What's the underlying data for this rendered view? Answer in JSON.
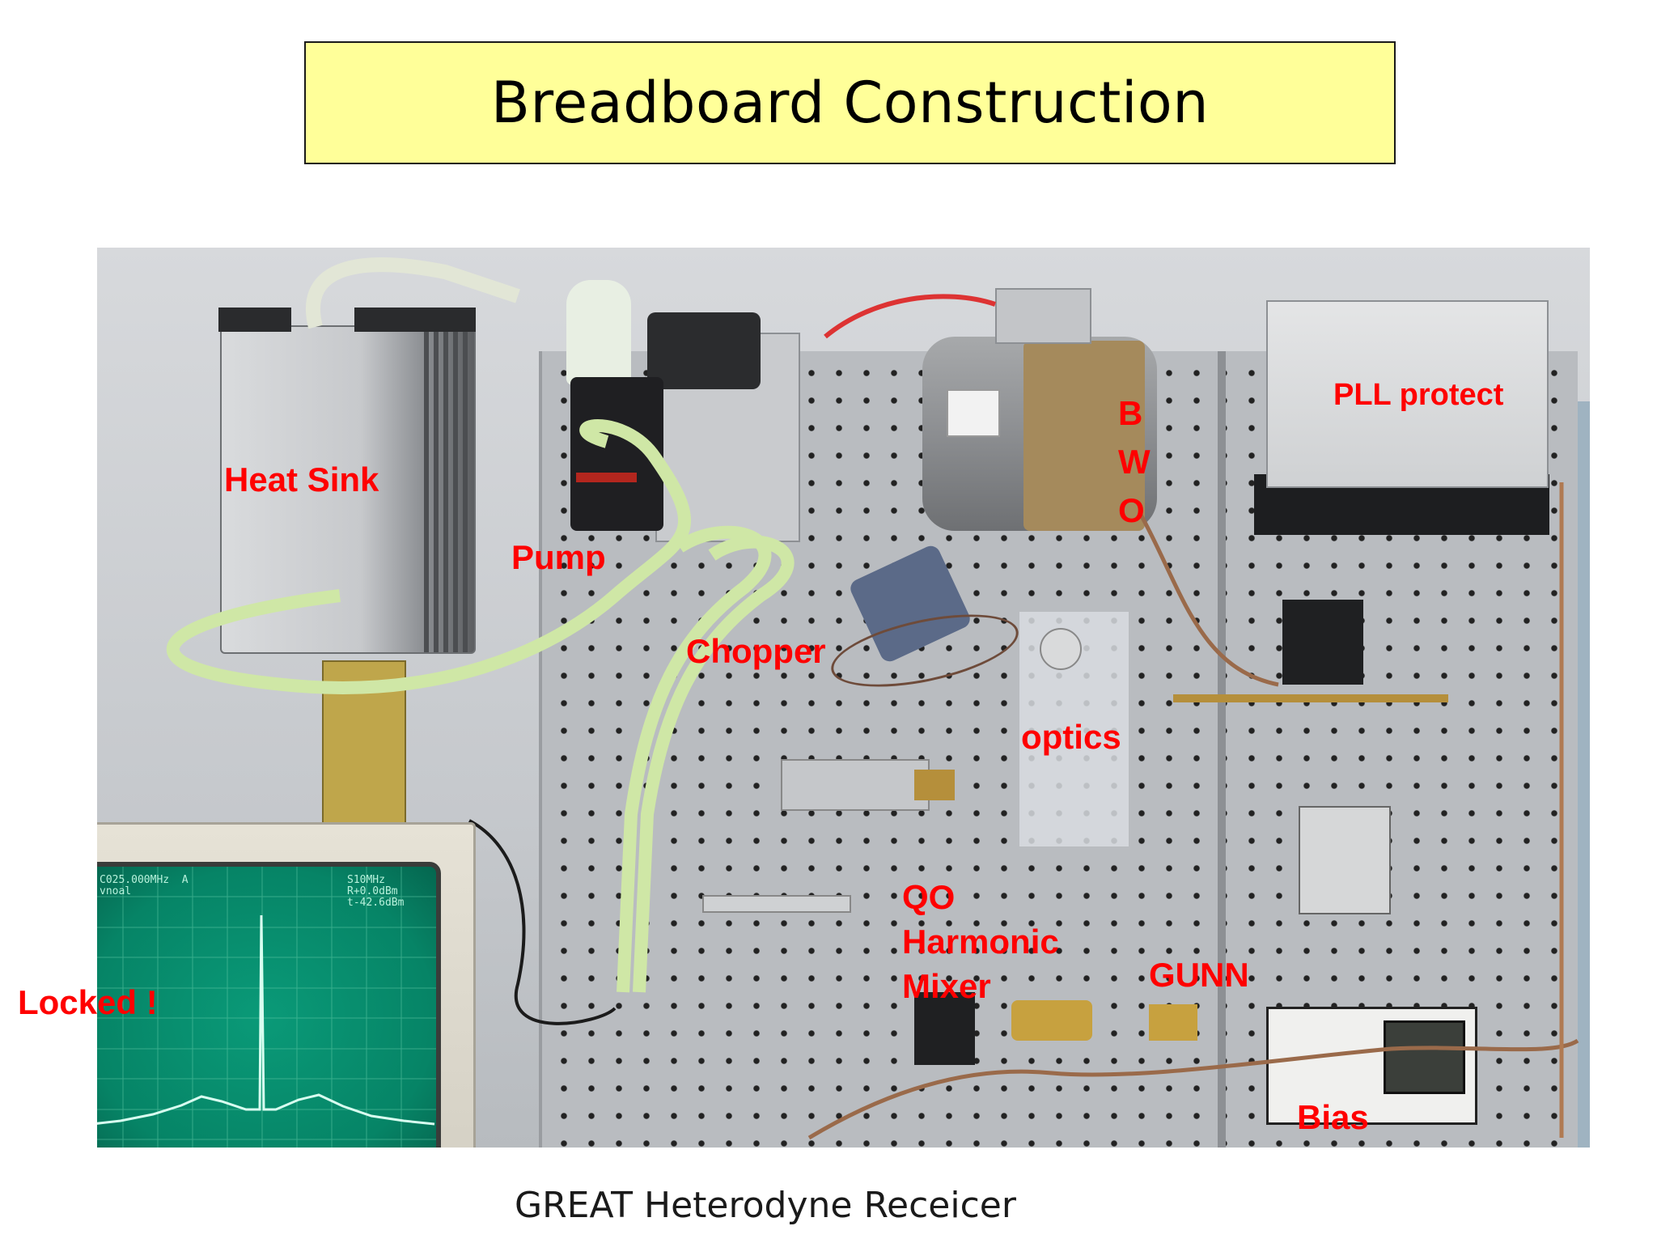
{
  "slide": {
    "title": "Breadboard Construction",
    "caption": "GREAT Heterodyne Receicer"
  },
  "labels": {
    "heat_sink": "Heat Sink",
    "pump": "Pump",
    "chopper": "Chopper",
    "bwo": "B W O",
    "pll_protect": "PLL protect",
    "optics": "optics",
    "qo_harmonic_mixer": "QO Harmonic Mixer",
    "gunn": "GUNN",
    "bias": "Bias",
    "locked": "Locked !"
  },
  "spectrum_screen": {
    "center_freq": "C025.000MHz  A",
    "mode": "vnoal",
    "span": "S10MHz",
    "ref_level": "R+0.0dBm",
    "marker": "t-42.6dBm"
  },
  "colors": {
    "label_red": "#ff0000",
    "title_bg": "#ffff99",
    "tube_green": "#cfe7a6"
  }
}
